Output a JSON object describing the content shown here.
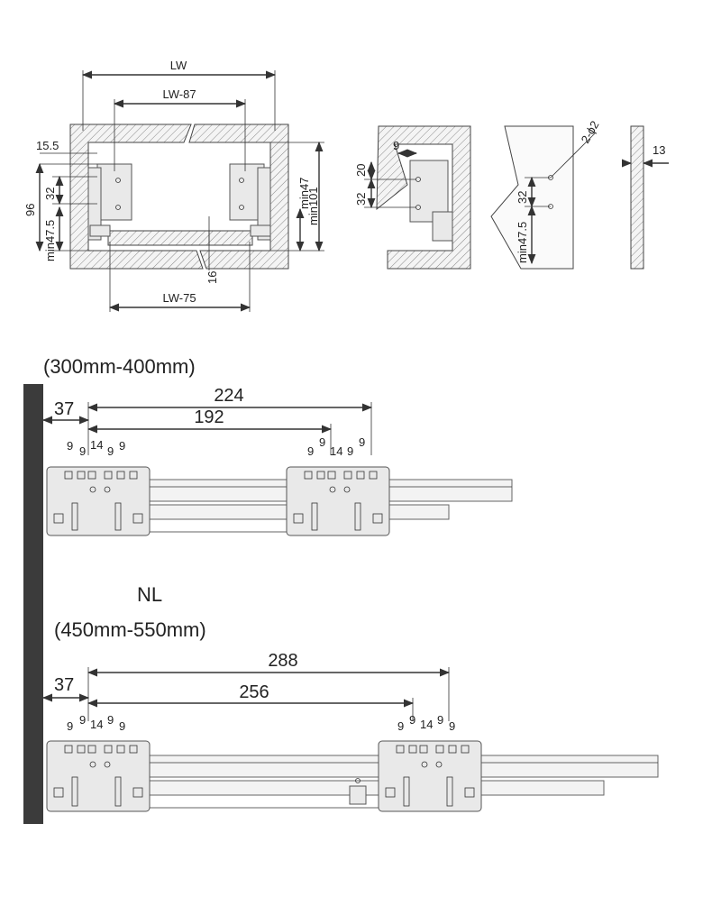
{
  "top_views": {
    "front": {
      "dims": {
        "lw": "LW",
        "lw87": "LW-87",
        "lw75": "LW-75",
        "d155": "15.5",
        "d32": "32",
        "d96": "96",
        "d475": "min47.5",
        "d47": "min47",
        "d101": "min101",
        "d16": "16"
      }
    },
    "side": {
      "dims": {
        "d9": "9",
        "d20": "20",
        "d32": "32"
      }
    },
    "rear": {
      "dims": {
        "d2phi2": "2-ϕ2",
        "d32": "32",
        "d475": "min47.5"
      }
    },
    "panel": {
      "dims": {
        "d13": "13"
      }
    }
  },
  "section_a": {
    "range": "(300mm-400mm)",
    "dims": {
      "d37": "37",
      "d224": "224",
      "d192": "192"
    },
    "front_spacings": [
      "9",
      "9",
      "14",
      "9",
      "9"
    ],
    "rear_spacings": [
      "9",
      "9",
      "14",
      "9",
      "9"
    ]
  },
  "section_b": {
    "nl": "NL",
    "range": "(450mm-550mm)",
    "dims": {
      "d37": "37",
      "d288": "288",
      "d256": "256"
    },
    "front_spacings": [
      "9",
      "9",
      "14",
      "9",
      "9"
    ],
    "rear_spacings": [
      "9",
      "9",
      "14",
      "9",
      "9"
    ]
  }
}
